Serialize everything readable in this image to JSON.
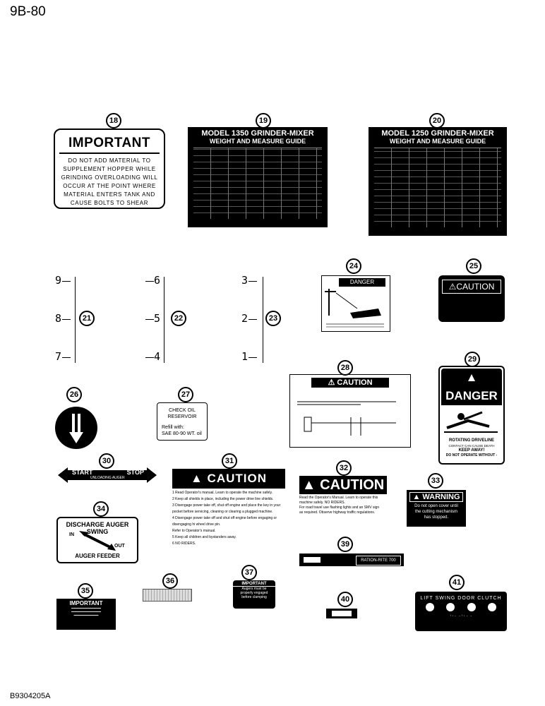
{
  "page": {
    "number": "9B-80",
    "figure_id": "B9304205A"
  },
  "callouts": [
    "18",
    "19",
    "20",
    "21",
    "22",
    "23",
    "24",
    "25",
    "26",
    "27",
    "28",
    "29",
    "30",
    "31",
    "32",
    "33",
    "34",
    "35",
    "36",
    "37",
    "39",
    "40",
    "41"
  ],
  "decal18": {
    "title": "IMPORTANT",
    "lines": [
      "DO NOT ADD MATERIAL TO",
      "SUPPLEMENT HOPPER WHILE",
      "GRINDING OVERLOADING WILL",
      "OCCUR AT THE POINT WHERE",
      "MATERIAL ENTERS TANK AND",
      "CAUSE BOLTS TO SHEAR"
    ]
  },
  "decal19": {
    "title": "MODEL 1350 GRINDER-MIXER",
    "subtitle": "WEIGHT AND MEASURE GUIDE"
  },
  "decal20": {
    "title": "MODEL 1250 GRINDER-MIXER",
    "subtitle": "WEIGHT AND MEASURE GUIDE"
  },
  "scale21": [
    "9",
    "8",
    "7"
  ],
  "scale22": [
    "6",
    "5",
    "4"
  ],
  "scale23": [
    "3",
    "2",
    "1"
  ],
  "decal24": {
    "title": "DANGER"
  },
  "decal25": {
    "title": "CAUTION"
  },
  "decal27": {
    "lines": [
      "CHECK OIL",
      "RESERVOIR"
    ],
    "refill": "Refill with:",
    "oil": "SAE 80-90 WT. oil"
  },
  "decal28": {
    "title": "CAUTION"
  },
  "decal29": {
    "title": "DANGER",
    "t1": "ROTATING DRIVELINE",
    "t2": "CONTACT CAN CAUSE DEATH",
    "t3": "KEEP AWAY!",
    "t4": "DO NOT OPERATE WITHOUT -"
  },
  "decal30": {
    "start": "START",
    "stop": "STOP",
    "sub": "UNLOADING AUGER"
  },
  "decal31": {
    "title": "CAUTION",
    "items": [
      "1  Read Operator's manual. Learn to operate the machine safely.",
      "2  Keep all shields in place, including the power drive line shields.",
      "3  Disengage power take off, shut off engine and place the key in your pocket before servicing, cleaning or clearing a plugged machine.",
      "4  Disengage power take off and shut off engine before engaging or disengaging hi wheel drive pin.",
      "   Refer to Operator's manual.",
      "5  Keep all children and bystanders away.",
      "6  NO RIDERS."
    ]
  },
  "decal32": {
    "title": "CAUTION",
    "lines": [
      "Read the Operator's Manual. Learn to operate this",
      "machine safely. NO RIDERS.",
      "For road travel use flashing lights and an SMV sign",
      "as required. Observe highway traffic regulations."
    ]
  },
  "decal33": {
    "title": "WARNING",
    "lines": [
      "Do not open cover until",
      "the cutting mechanism",
      "has stopped."
    ]
  },
  "decal34": {
    "title": "DISCHARGE AUGER SWING",
    "in": "IN",
    "out": "OUT",
    "footer": "AUGER FEEDER"
  },
  "decal35": {
    "title": "IMPORTANT"
  },
  "decal37": {
    "title": "IMPORTANT",
    "lines": [
      "Augers must be",
      "properly engaged",
      "before clamping"
    ]
  },
  "decal39": {
    "label": "RATION-RITE 700"
  },
  "decal41": {
    "labels": "LIFT   SWING   DOOR   CLUTCH"
  }
}
